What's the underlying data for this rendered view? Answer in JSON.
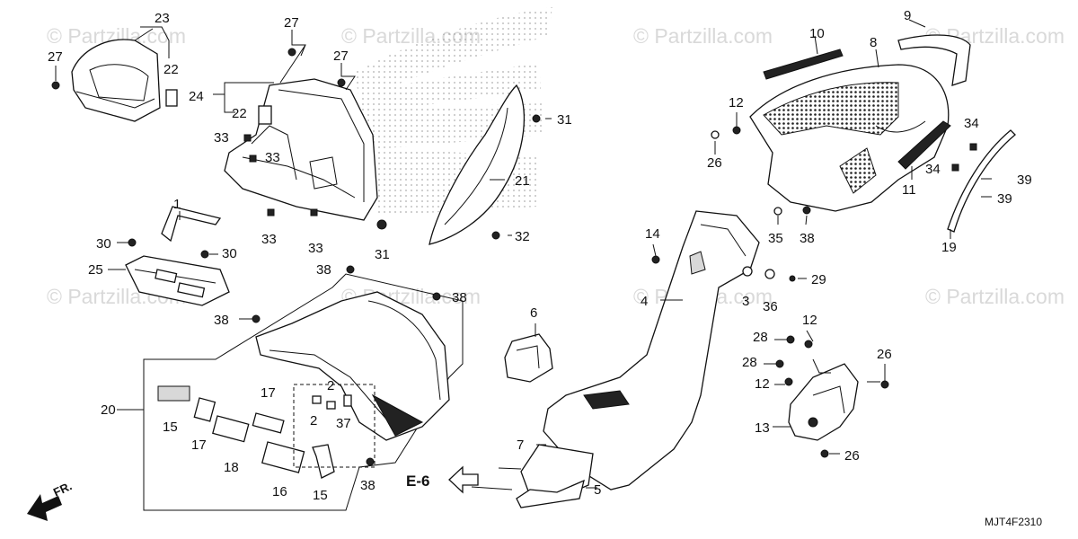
{
  "watermark": "© Partzilla.com",
  "diagram_code": "MJT4F2310",
  "ref_label": "E-6",
  "fr_label": "FR.",
  "callouts": {
    "c1": "1",
    "c2a": "2",
    "c2b": "2",
    "c3": "3",
    "c4": "4",
    "c5": "5",
    "c6": "6",
    "c7": "7",
    "c8": "8",
    "c9": "9",
    "c10": "10",
    "c11": "11",
    "c12a": "12",
    "c12b": "12",
    "c12c": "12",
    "c13": "13",
    "c14": "14",
    "c15a": "15",
    "c15b": "15",
    "c16": "16",
    "c17a": "17",
    "c17b": "17",
    "c18": "18",
    "c19": "19",
    "c20": "20",
    "c21": "21",
    "c22a": "22",
    "c22b": "22",
    "c23": "23",
    "c24": "24",
    "c25": "25",
    "c26a": "26",
    "c26b": "26",
    "c26c": "26",
    "c27a": "27",
    "c27b": "27",
    "c27c": "27",
    "c28a": "28",
    "c28b": "28",
    "c29": "29",
    "c30a": "30",
    "c30b": "30",
    "c31a": "31",
    "c31b": "31",
    "c32": "32",
    "c33a": "33",
    "c33b": "33",
    "c33c": "33",
    "c33d": "33",
    "c34a": "34",
    "c34b": "34",
    "c35": "35",
    "c36": "36",
    "c37": "37",
    "c38a": "38",
    "c38b": "38",
    "c38c": "38",
    "c38d": "38",
    "c38e": "38",
    "c39a": "39",
    "c39b": "39"
  }
}
